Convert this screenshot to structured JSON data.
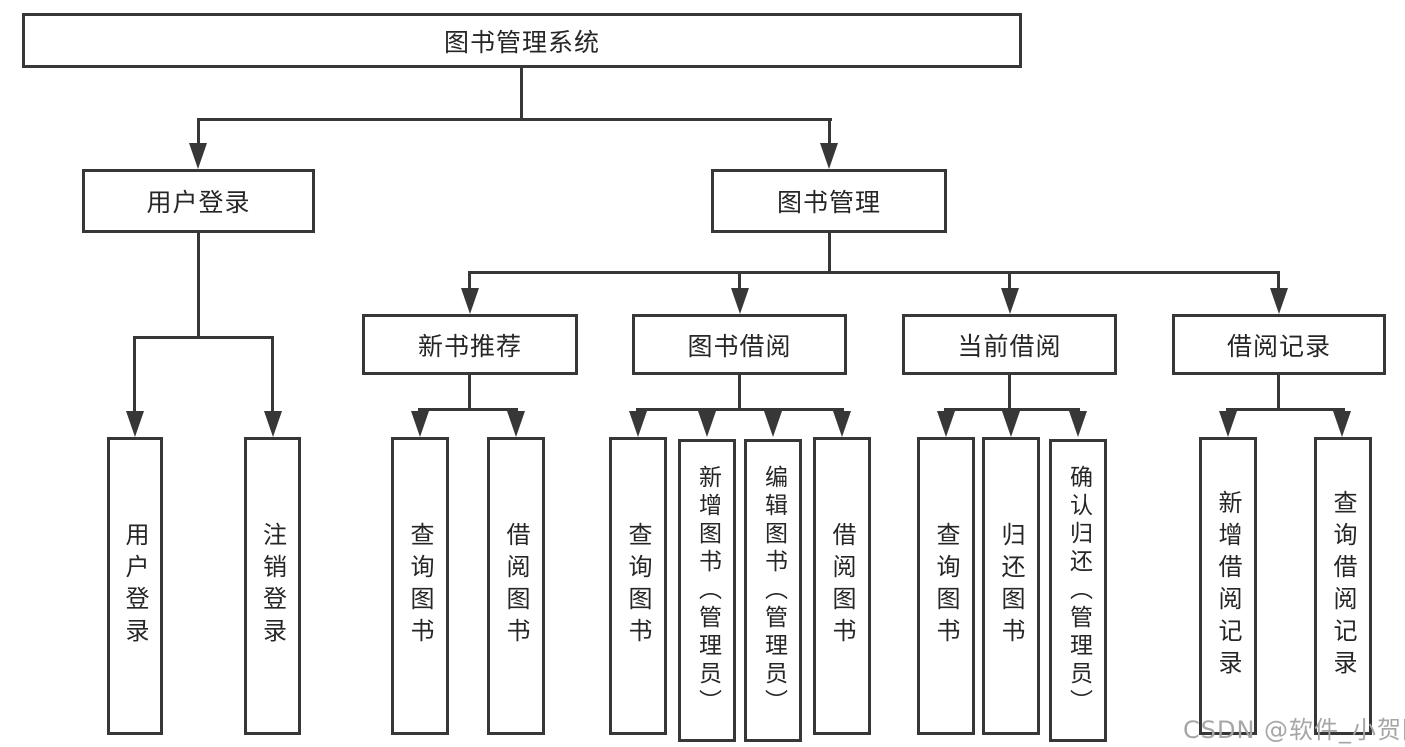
{
  "tree": {
    "root": {
      "label": "图书管理系统"
    },
    "branches": [
      {
        "label": "用户登录",
        "leaves": [
          {
            "label": "用户登录"
          },
          {
            "label": "注销登录"
          }
        ]
      },
      {
        "label": "图书管理",
        "groups": [
          {
            "label": "新书推荐",
            "leaves": [
              {
                "label": "查询图书"
              },
              {
                "label": "借阅图书"
              }
            ]
          },
          {
            "label": "图书借阅",
            "leaves": [
              {
                "label": "查询图书"
              },
              {
                "label": "新增图书（管理员）"
              },
              {
                "label": "编辑图书（管理员）"
              },
              {
                "label": "借阅图书"
              }
            ]
          },
          {
            "label": "当前借阅",
            "leaves": [
              {
                "label": "查询图书"
              },
              {
                "label": "归还图书"
              },
              {
                "label": "确认归还（管理员）"
              }
            ]
          },
          {
            "label": "借阅记录",
            "leaves": [
              {
                "label": "新增借阅记录"
              },
              {
                "label": "查询借阅记录"
              }
            ]
          }
        ]
      }
    ]
  },
  "watermark": {
    "text": "CSDN @软件_小贺同学"
  },
  "colors": {
    "line": "#373737",
    "text": "#262626",
    "box_background": "#ffffff",
    "page_background": "#ffffff",
    "watermark": "#a6a6a6"
  }
}
